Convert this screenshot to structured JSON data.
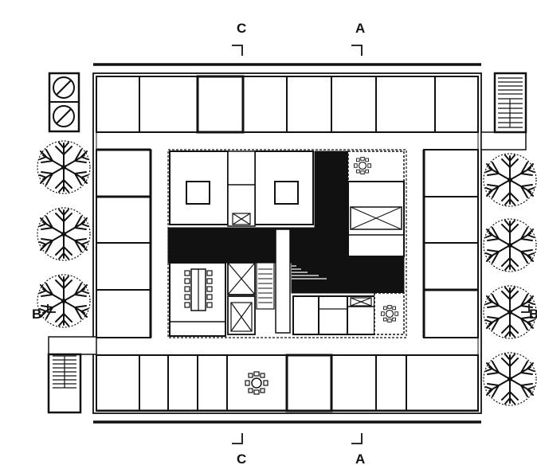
{
  "section_markers": {
    "top_left": "C",
    "top_right": "A",
    "bottom_left": "C",
    "bottom_right": "A",
    "left": "B",
    "right": "B"
  },
  "colors": {
    "ink": "#111111",
    "paper": "#ffffff",
    "fill": "#111111"
  },
  "symbols": [
    "tree",
    "stair",
    "table-with-chairs",
    "round-table",
    "light-fixture",
    "elevator-x"
  ]
}
